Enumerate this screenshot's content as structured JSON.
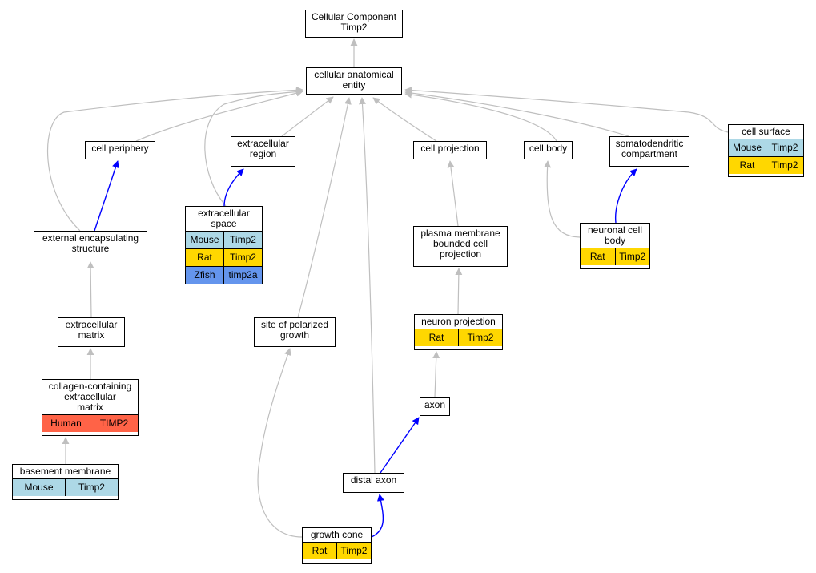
{
  "colors": {
    "mouse": "#add8e6",
    "rat": "#ffd700",
    "zfish": "#6495ed",
    "human": "#ff6347",
    "edge_isa": "#bfbfbf",
    "edge_partof": "#0000ff"
  },
  "nodes": {
    "root": {
      "title": "Cellular Component\nTimp2",
      "rows": []
    },
    "cae": {
      "title": "cellular anatomical\nentity",
      "rows": []
    },
    "periphery": {
      "title": "cell periphery",
      "rows": []
    },
    "ecregion": {
      "title": "extracellular\nregion",
      "rows": []
    },
    "projection": {
      "title": "cell projection",
      "rows": []
    },
    "cellbody": {
      "title": "cell body",
      "rows": []
    },
    "somato": {
      "title": "somatodendritic\ncompartment",
      "rows": []
    },
    "surface": {
      "title": "cell surface",
      "rows": [
        {
          "species": "Mouse",
          "gene": "Timp2",
          "color": "mouse"
        },
        {
          "species": "Rat",
          "gene": "Timp2",
          "color": "rat"
        }
      ]
    },
    "ecspace": {
      "title": "extracellular\nspace",
      "rows": [
        {
          "species": "Mouse",
          "gene": "Timp2",
          "color": "mouse"
        },
        {
          "species": "Rat",
          "gene": "Timp2",
          "color": "rat"
        },
        {
          "species": "Zfish",
          "gene": "timp2a",
          "color": "zfish"
        }
      ]
    },
    "extencap": {
      "title": "external encapsulating\nstructure",
      "rows": []
    },
    "pmbcp": {
      "title": "plasma membrane\nbounded cell\nprojection",
      "rows": []
    },
    "ncbody": {
      "title": "neuronal cell\nbody",
      "rows": [
        {
          "species": "Rat",
          "gene": "Timp2",
          "color": "rat"
        }
      ]
    },
    "polgrowth": {
      "title": "site of polarized\ngrowth",
      "rows": []
    },
    "ecmatrix": {
      "title": "extracellular\nmatrix",
      "rows": []
    },
    "neuproj": {
      "title": "neuron projection",
      "rows": [
        {
          "species": "Rat",
          "gene": "Timp2",
          "color": "rat"
        }
      ]
    },
    "collagen": {
      "title": "collagen-containing\nextracellular\nmatrix",
      "rows": [
        {
          "species": "Human",
          "gene": "TIMP2",
          "color": "human"
        }
      ]
    },
    "axon": {
      "title": "axon",
      "rows": []
    },
    "basement": {
      "title": "basement membrane",
      "rows": [
        {
          "species": "Mouse",
          "gene": "Timp2",
          "color": "mouse"
        }
      ]
    },
    "distalaxon": {
      "title": "distal axon",
      "rows": []
    },
    "growthcone": {
      "title": "growth cone",
      "rows": [
        {
          "species": "Rat",
          "gene": "Timp2",
          "color": "rat"
        }
      ]
    }
  },
  "edges": [
    {
      "from": "cae",
      "to": "root",
      "type": "is_a"
    },
    {
      "from": "periphery",
      "to": "cae",
      "type": "is_a"
    },
    {
      "from": "ecregion",
      "to": "cae",
      "type": "is_a"
    },
    {
      "from": "projection",
      "to": "cae",
      "type": "is_a"
    },
    {
      "from": "cellbody",
      "to": "cae",
      "type": "is_a"
    },
    {
      "from": "somato",
      "to": "cae",
      "type": "is_a"
    },
    {
      "from": "surface",
      "to": "cae",
      "type": "is_a"
    },
    {
      "from": "extencap",
      "to": "cae",
      "type": "is_a"
    },
    {
      "from": "ecspace",
      "to": "cae",
      "type": "is_a"
    },
    {
      "from": "polgrowth",
      "to": "cae",
      "type": "is_a"
    },
    {
      "from": "distalaxon",
      "to": "cae",
      "type": "is_a"
    },
    {
      "from": "extencap",
      "to": "periphery",
      "type": "part_of"
    },
    {
      "from": "ecspace",
      "to": "ecregion",
      "type": "part_of"
    },
    {
      "from": "ncbody",
      "to": "somato",
      "type": "part_of"
    },
    {
      "from": "ncbody",
      "to": "cellbody",
      "type": "is_a"
    },
    {
      "from": "pmbcp",
      "to": "projection",
      "type": "is_a"
    },
    {
      "from": "neuproj",
      "to": "pmbcp",
      "type": "is_a"
    },
    {
      "from": "axon",
      "to": "neuproj",
      "type": "is_a"
    },
    {
      "from": "ecmatrix",
      "to": "extencap",
      "type": "is_a"
    },
    {
      "from": "collagen",
      "to": "ecmatrix",
      "type": "is_a"
    },
    {
      "from": "basement",
      "to": "collagen",
      "type": "is_a"
    },
    {
      "from": "distalaxon",
      "to": "axon",
      "type": "part_of"
    },
    {
      "from": "growthcone",
      "to": "distalaxon",
      "type": "part_of"
    },
    {
      "from": "growthcone",
      "to": "polgrowth",
      "type": "is_a"
    }
  ]
}
